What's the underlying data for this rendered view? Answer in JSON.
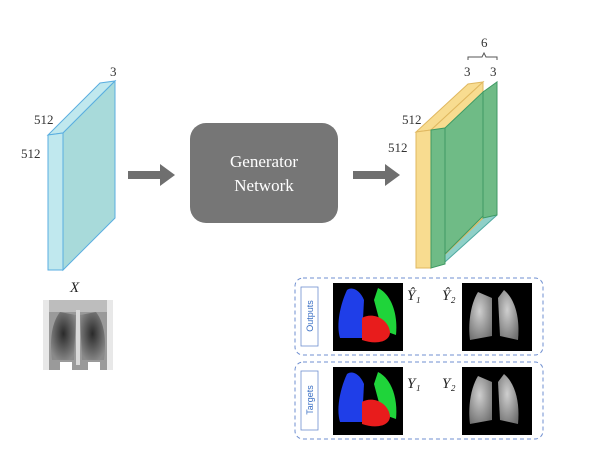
{
  "input_volume": {
    "depth_label": "3",
    "height_label": "512",
    "width_label": "512",
    "variable": "X",
    "front_color": "#a8dada",
    "side_color": "#c0e8ee",
    "edge_color": "#5aaee0"
  },
  "generator": {
    "line1": "Generator",
    "line2": "Network",
    "color": "#767676"
  },
  "output_volume": {
    "total_label": "6",
    "depth_a_label": "3",
    "depth_b_label": "3",
    "height_label": "512",
    "width_label": "512",
    "yellow_color": "#f8dc90",
    "green_color": "#6fbb86",
    "teal_color": "#8fd0c8"
  },
  "outputs_panel": {
    "side_label": "Outputs",
    "label_1": "Ŷ₁",
    "label_2": "Ŷ₂"
  },
  "targets_panel": {
    "side_label": "Targets",
    "label_1": "Y₁",
    "label_2": "Y₂"
  },
  "arrow_color": "#6f6f6f",
  "panel_border_color": "#6f8fd0",
  "segmentation_colors": {
    "left": "#1f3ee8",
    "right": "#1fd43a",
    "heart": "#e81c1c"
  }
}
